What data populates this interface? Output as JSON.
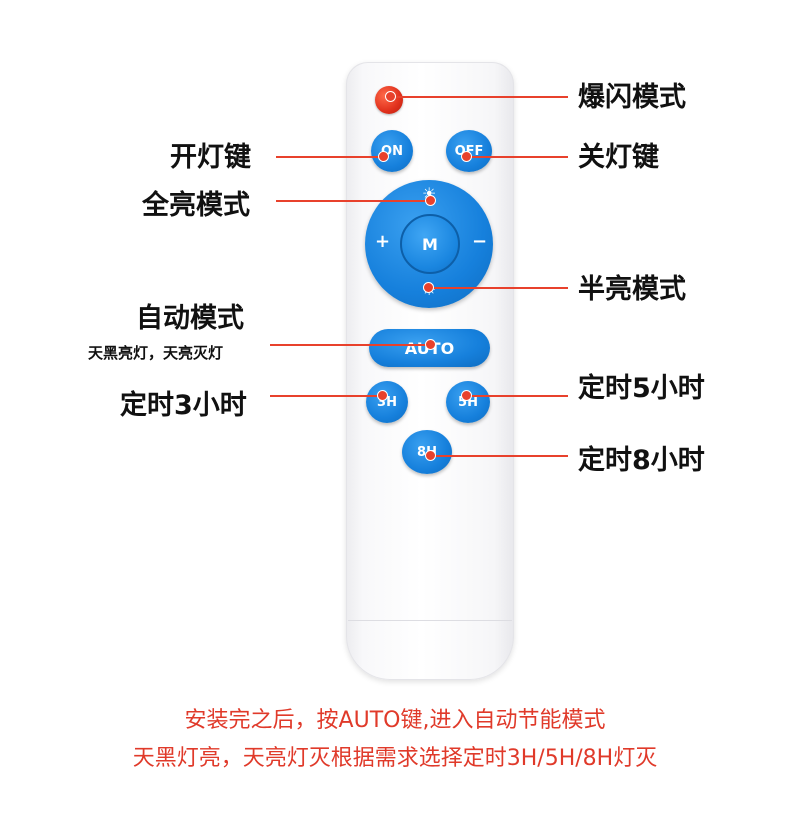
{
  "remote": {
    "buttons": {
      "on": "ON",
      "off": "OFF",
      "mode": "M",
      "plus": "+",
      "minus": "−",
      "auto": "AUTO",
      "h3": "3H",
      "h5": "5H",
      "h8": "8H"
    }
  },
  "labels": {
    "flash_mode": "爆闪模式",
    "on_key": "开灯键",
    "off_key": "关灯键",
    "full_bright": "全亮模式",
    "half_bright": "半亮模式",
    "auto_mode": "自动模式",
    "auto_desc": "天黑亮灯，天亮灭灯",
    "timer_3h": "定时3小时",
    "timer_5h": "定时5小时",
    "timer_8h": "定时8小时"
  },
  "footer": {
    "line1": "安装完之后，按AUTO键,进入自动节能模式",
    "line2": "天黑灯亮，天亮灯灭根据需求选择定时3H/5H/8H灯灭"
  },
  "colors": {
    "accent_red": "#e8412c",
    "button_blue": "#1680dc",
    "footer_red": "#e03a2a"
  }
}
